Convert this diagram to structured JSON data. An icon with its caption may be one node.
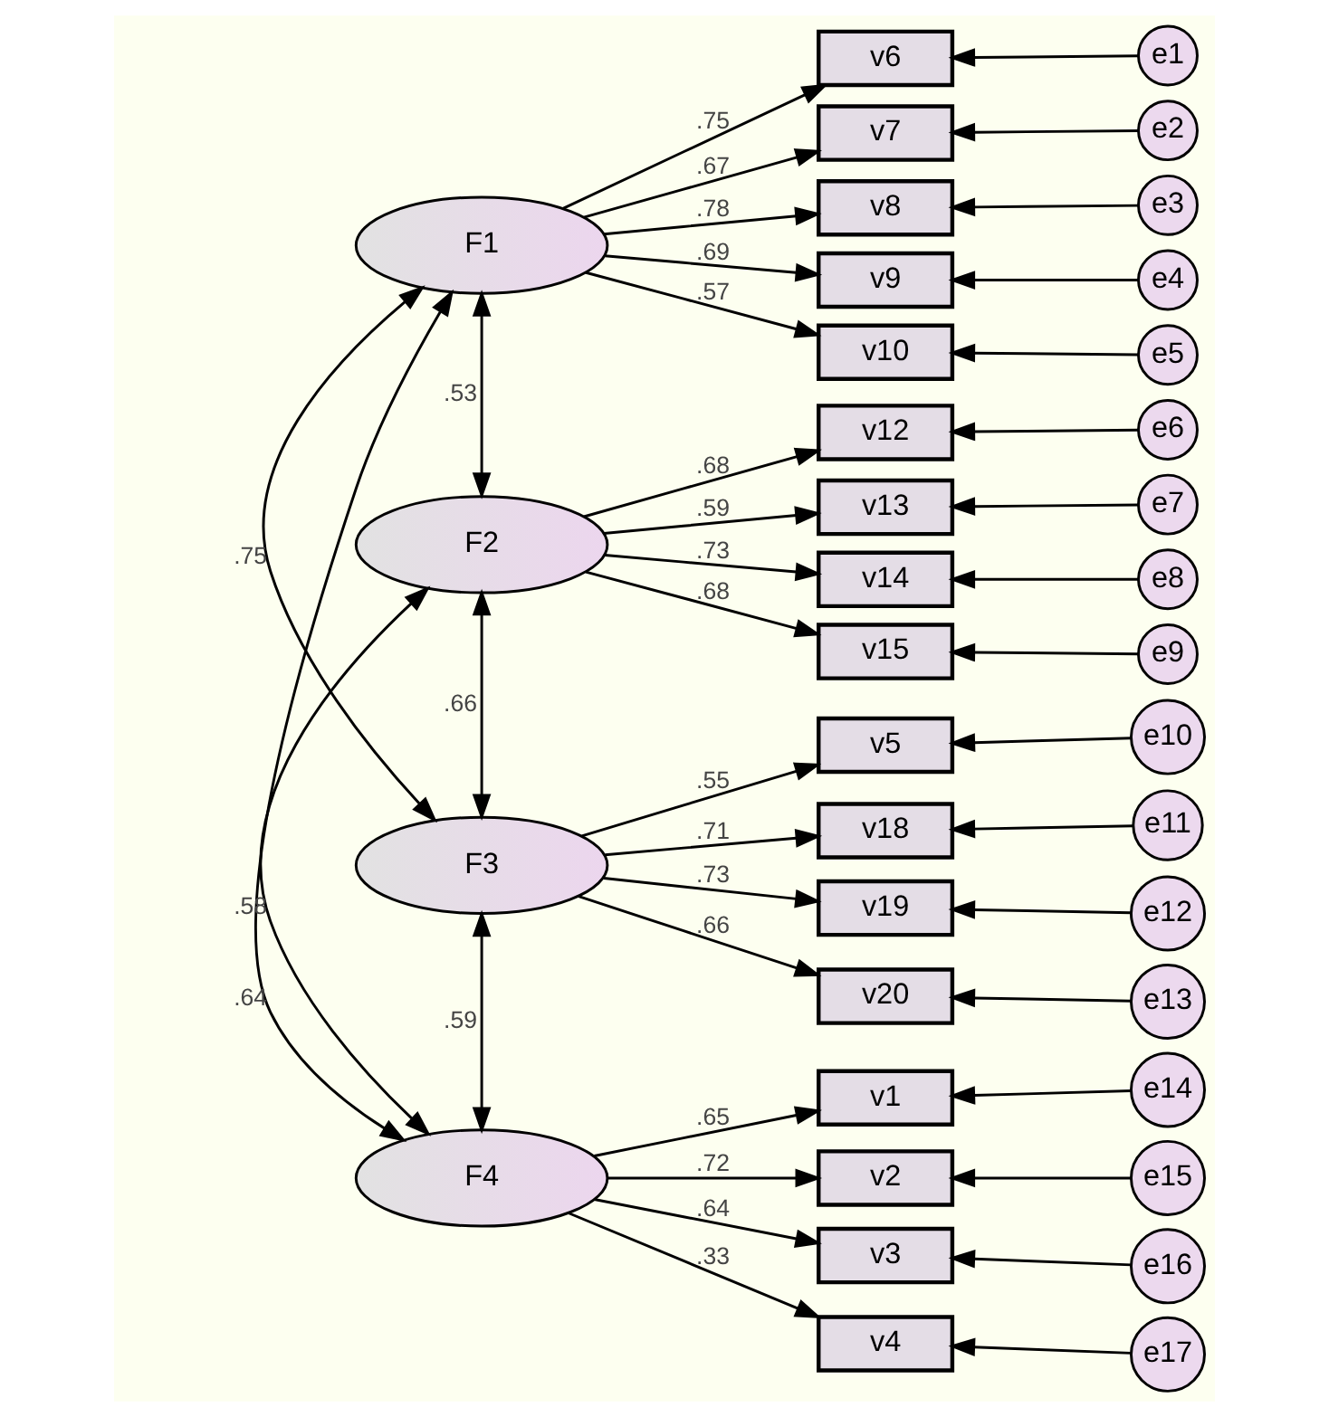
{
  "diagram": {
    "nodes": [
      {
        "text": [
          "F1"
        ]
      },
      {
        "text": [
          "v6"
        ]
      },
      {
        "text": [
          "v7"
        ]
      },
      {
        "text": [
          "v8"
        ]
      },
      {
        "text": [
          "v9"
        ]
      },
      {
        "text": [
          "v10"
        ]
      },
      {
        "text": [
          "e1"
        ]
      },
      {
        "text": [
          "e2"
        ]
      },
      {
        "text": [
          "e3"
        ]
      },
      {
        "text": [
          "e4"
        ]
      },
      {
        "text": [
          "e5"
        ]
      },
      {
        "text": [
          "F2"
        ]
      },
      {
        "text": [
          "v12"
        ]
      },
      {
        "text": [
          "v13"
        ]
      },
      {
        "text": [
          "v14"
        ]
      },
      {
        "text": [
          "v15"
        ]
      },
      {
        "text": [
          "e6"
        ]
      },
      {
        "text": [
          "e7"
        ]
      },
      {
        "text": [
          "e8"
        ]
      },
      {
        "text": [
          "e9"
        ]
      },
      {
        "text": [
          "F3"
        ]
      },
      {
        "text": [
          "v5"
        ]
      },
      {
        "text": [
          "v18"
        ]
      },
      {
        "text": [
          "v19"
        ]
      },
      {
        "text": [
          "v20"
        ]
      },
      {
        "text": [
          "e10"
        ]
      },
      {
        "text": [
          "e11"
        ]
      },
      {
        "text": [
          "e12"
        ]
      },
      {
        "text": [
          "e13"
        ]
      },
      {
        "text": [
          "F4"
        ]
      },
      {
        "text": [
          "v1"
        ]
      },
      {
        "text": [
          "v2"
        ]
      },
      {
        "text": [
          "v3"
        ]
      },
      {
        "text": [
          "v4"
        ]
      },
      {
        "text": [
          "e14"
        ]
      },
      {
        "text": [
          "e15"
        ]
      },
      {
        "text": [
          "e16"
        ]
      },
      {
        "text": [
          "e17"
        ]
      }
    ],
    "edges": [
      {
        "from": 0,
        "to": 1,
        "arrow": "to",
        "label": ".75"
      },
      {
        "from": 0,
        "to": 2,
        "arrow": "to",
        "label": ".67"
      },
      {
        "from": 0,
        "to": 3,
        "arrow": "to",
        "label": ".78"
      },
      {
        "from": 0,
        "to": 4,
        "arrow": "to",
        "label": ".69"
      },
      {
        "from": 0,
        "to": 5,
        "arrow": "to",
        "label": ".57"
      },
      {
        "from": 6,
        "to": 1,
        "arrow": "to"
      },
      {
        "from": 7,
        "to": 2,
        "arrow": "to"
      },
      {
        "from": 8,
        "to": 3,
        "arrow": "to"
      },
      {
        "from": 9,
        "to": 4,
        "arrow": "to"
      },
      {
        "from": 10,
        "to": 5,
        "arrow": "to"
      },
      {
        "from": 11,
        "to": 12,
        "arrow": "to",
        "label": ".68"
      },
      {
        "from": 11,
        "to": 13,
        "arrow": "to",
        "label": ".59"
      },
      {
        "from": 11,
        "to": 14,
        "arrow": "to",
        "label": ".73"
      },
      {
        "from": 11,
        "to": 15,
        "arrow": "to",
        "label": ".68"
      },
      {
        "from": 16,
        "to": 12,
        "arrow": "to"
      },
      {
        "from": 17,
        "to": 13,
        "arrow": "to"
      },
      {
        "from": 18,
        "to": 14,
        "arrow": "to"
      },
      {
        "from": 19,
        "to": 15,
        "arrow": "to"
      },
      {
        "from": 20,
        "to": 21,
        "arrow": "to",
        "label": ".55"
      },
      {
        "from": 20,
        "to": 22,
        "arrow": "to",
        "label": ".71"
      },
      {
        "from": 20,
        "to": 23,
        "arrow": "to",
        "label": ".73"
      },
      {
        "from": 20,
        "to": 24,
        "arrow": "to",
        "label": ".66"
      },
      {
        "from": 25,
        "to": 21,
        "arrow": "to"
      },
      {
        "from": 26,
        "to": 22,
        "arrow": "to"
      },
      {
        "from": 27,
        "to": 23,
        "arrow": "to"
      },
      {
        "from": 28,
        "to": 24,
        "arrow": "to"
      },
      {
        "from": 29,
        "to": 30,
        "arrow": "to",
        "label": ".65"
      },
      {
        "from": 29,
        "to": 31,
        "arrow": "to",
        "label": ".72"
      },
      {
        "from": 29,
        "to": 32,
        "arrow": "to",
        "label": ".64"
      },
      {
        "from": 29,
        "to": 33,
        "arrow": "to",
        "label": ".33"
      },
      {
        "from": 34,
        "to": 30,
        "arrow": "to"
      },
      {
        "from": 35,
        "to": 31,
        "arrow": "to"
      },
      {
        "from": 36,
        "to": 32,
        "arrow": "to"
      },
      {
        "from": 37,
        "to": 33,
        "arrow": "to"
      },
      {
        "from": 0,
        "to": 11,
        "arrow": "both",
        "label": ".53"
      },
      {
        "from": 0,
        "to": 20,
        "arrow": "both",
        "label": ".75"
      },
      {
        "from": 0,
        "to": 29,
        "arrow": "both",
        "label": ".64"
      },
      {
        "from": 11,
        "to": 20,
        "arrow": "both",
        "label": ".66"
      },
      {
        "from": 11,
        "to": 29,
        "arrow": "both",
        "label": ".58"
      },
      {
        "from": 20,
        "to": 29,
        "arrow": "both",
        "label": ".59"
      }
    ]
  }
}
